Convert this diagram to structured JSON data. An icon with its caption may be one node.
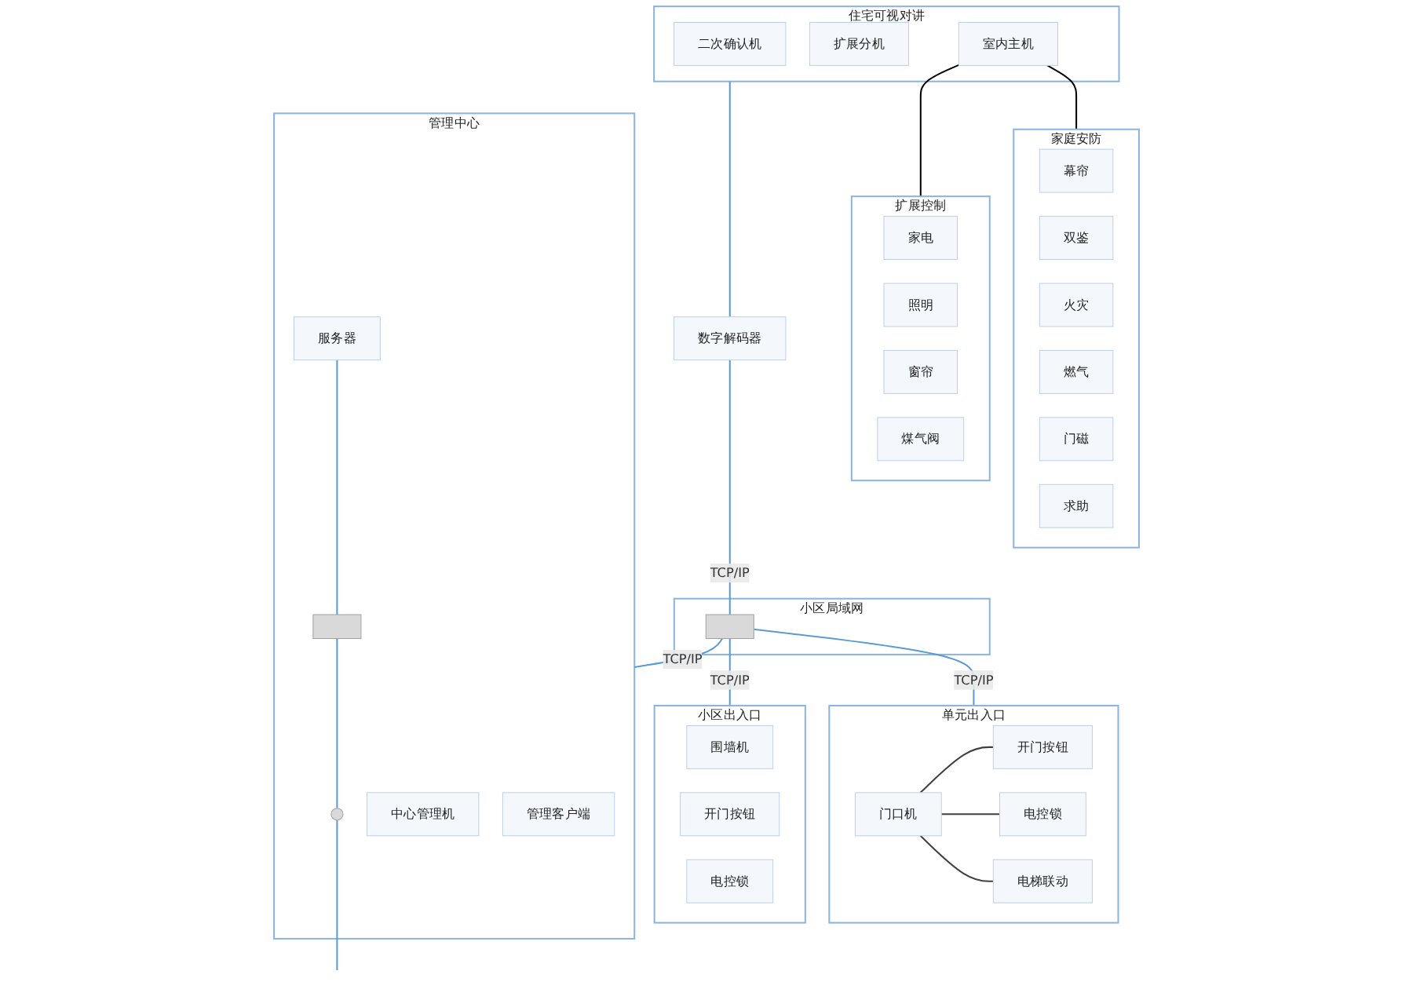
{
  "diagram": {
    "nodes": [
      {
        "text": [
          "住宅可视对讲"
        ]
      },
      {
        "text": [
          "二次确认机"
        ],
        "in": 0
      },
      {
        "text": [
          "扩展分机"
        ],
        "in": 0
      },
      {
        "text": [
          "室内主机"
        ],
        "in": 0
      },
      {
        "text": [
          "数字解码器"
        ]
      },
      {
        "text": [
          "小区局域网"
        ]
      },
      {
        "text": [],
        "shape": "box",
        "in": 5
      },
      {
        "text": [
          "单元出入口"
        ]
      },
      {
        "text": [
          "门口机"
        ],
        "in": 7
      },
      {
        "text": [
          "开门按钮"
        ],
        "in": 7
      },
      {
        "text": [
          "电控锁"
        ],
        "in": 7
      },
      {
        "text": [
          "电梯联动"
        ],
        "in": 7
      },
      {
        "text": [
          "家庭安防"
        ]
      },
      {
        "text": [
          "幕帘"
        ],
        "in": 12
      },
      {
        "text": [
          "双鉴"
        ],
        "in": 12
      },
      {
        "text": [
          "火灾"
        ],
        "in": 12
      },
      {
        "text": [
          "燃气"
        ],
        "in": 12
      },
      {
        "text": [
          "门磁"
        ],
        "in": 12
      },
      {
        "text": [
          "求助"
        ],
        "in": 12
      },
      {
        "text": [
          "扩展控制"
        ]
      },
      {
        "text": [
          "家电"
        ],
        "in": 19
      },
      {
        "text": [
          "照明"
        ],
        "in": 19
      },
      {
        "text": [
          "窗帘"
        ],
        "in": 19
      },
      {
        "text": [
          "煤气阀"
        ],
        "in": 19
      },
      {
        "text": [
          "小区出入口"
        ]
      },
      {
        "text": [
          "围墙机"
        ],
        "in": 24
      },
      {
        "text": [
          "开门按钮"
        ],
        "in": 24
      },
      {
        "text": [
          "电控锁"
        ],
        "in": 24
      },
      {
        "text": [
          "管理中心"
        ]
      },
      {
        "text": [
          "管理客户端"
        ],
        "in": 28
      },
      {
        "text": [
          "中心管理机"
        ],
        "in": 28
      },
      {
        "text": [
          "服务器"
        ],
        "in": 28
      },
      {
        "text": [],
        "shape": "box",
        "in": 28
      },
      {
        "text": [],
        "shape": "circle",
        "in": 28
      }
    ],
    "edges": [
      {
        "from": 0,
        "to": 4,
        "arrow": "none"
      },
      {
        "from": 4,
        "to": 6,
        "arrow": "none",
        "label": "TCP/IP"
      },
      {
        "from": 6,
        "to": 7,
        "arrow": "none",
        "label": "TCP/IP"
      },
      {
        "from": 6,
        "to": 24,
        "arrow": "none",
        "label": "TCP/IP"
      },
      {
        "from": 6,
        "to": 28,
        "arrow": "none",
        "label": "TCP/IP"
      },
      {
        "from": 8,
        "to": 9,
        "arrow": "none",
        "color": "#404040"
      },
      {
        "from": 8,
        "to": 10,
        "arrow": "none",
        "color": "#404040"
      },
      {
        "from": 8,
        "to": 11,
        "arrow": "none",
        "color": "#404040"
      },
      {
        "from": 3,
        "to": 12,
        "arrow": "none",
        "color": "#000000"
      },
      {
        "from": 3,
        "to": 19,
        "arrow": "none",
        "color": "#000000"
      },
      {
        "from": 31,
        "to": 32,
        "arrow": "none"
      },
      {
        "from": 32,
        "to": 33,
        "arrow": "none"
      },
      {
        "from": 33,
        "to": null,
        "arrow": "none"
      }
    ]
  }
}
